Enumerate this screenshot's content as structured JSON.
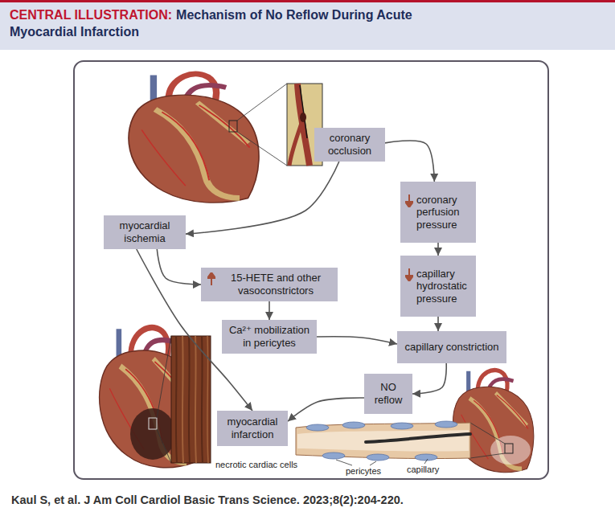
{
  "diagram": {
    "title": "Mechanism of No Reflow During Acute Myocardial Infarction",
    "caption": "Kaul S, et al. J Am Coll Cardiol Basic Trans Science. 2023;8(2):204-220.",
    "nodes": [
      {
        "text": [
          "coronary occlusion"
        ]
      },
      {
        "text": [
          "coronary perfusion pressure"
        ]
      },
      {
        "text": [
          "myocardial ischemia"
        ]
      },
      {
        "text": [
          "capillary hydrostatic pressure"
        ]
      },
      {
        "text": [
          "15-HETE and other vasoconstrictors"
        ]
      },
      {
        "text": [
          "Ca²⁺ mobilization in pericytes"
        ]
      },
      {
        "text": [
          "capillary constriction"
        ]
      },
      {
        "text": [
          "NO reflow"
        ]
      },
      {
        "text": [
          "myocardial infarction"
        ]
      }
    ],
    "edges": [
      {
        "from": 0,
        "to": 1,
        "arrow": "to"
      },
      {
        "from": 0,
        "to": 2,
        "arrow": "to"
      },
      {
        "from": 1,
        "to": 3,
        "arrow": "to"
      },
      {
        "from": 3,
        "to": 6,
        "arrow": "to"
      },
      {
        "from": 2,
        "to": 4,
        "arrow": "to"
      },
      {
        "from": 4,
        "to": 5,
        "arrow": "to"
      },
      {
        "from": 5,
        "to": 6,
        "arrow": "to"
      },
      {
        "from": 6,
        "to": 7,
        "arrow": "to"
      },
      {
        "from": 7,
        "to": 8,
        "arrow": "to"
      },
      {
        "from": 2,
        "to": 8,
        "arrow": "to"
      }
    ],
    "labels": [
      "CENTRAL ILLUSTRATION:",
      "necrotic cardiac cells",
      "pericytes",
      "capillary"
    ]
  }
}
